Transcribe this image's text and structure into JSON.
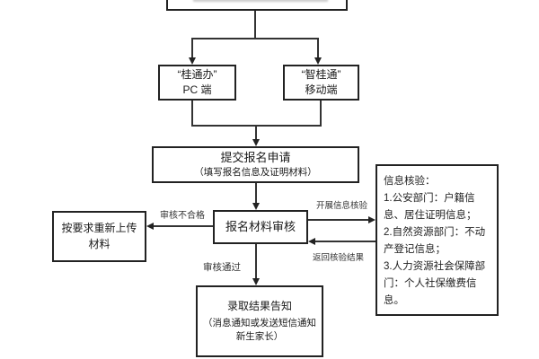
{
  "diagram": {
    "top_box": {
      "note": ""
    },
    "pc_box": {
      "line1": "“桂通办”",
      "line2": "PC 端"
    },
    "mobile_box": {
      "line1": "“智桂通”",
      "line2": "移动端"
    },
    "submit_box": {
      "title": "提交报名申请",
      "subtitle": "（填写报名信息及证明材料）"
    },
    "review_box": {
      "text": "报名材料审核"
    },
    "reupload_box": {
      "line1": "按要求重新上传",
      "line2": "材料"
    },
    "result_box": {
      "title": "录取结果告知",
      "subtitle_line1": "（消息通知或发送短信通知",
      "subtitle_line2": "新生家长）"
    },
    "info_box": {
      "title": "信息核验：",
      "items": [
        "1.公安部门：户籍信息、居住证明信息；",
        "2.自然资源部门：不动产登记信息；",
        "3.人力资源社会保障部门：个人社保缴费信息。"
      ]
    },
    "labels": {
      "fail": "审核不合格",
      "pass": "审核通过",
      "start_verify": "开展信息核验",
      "return_verify": "返回核验结果"
    }
  }
}
